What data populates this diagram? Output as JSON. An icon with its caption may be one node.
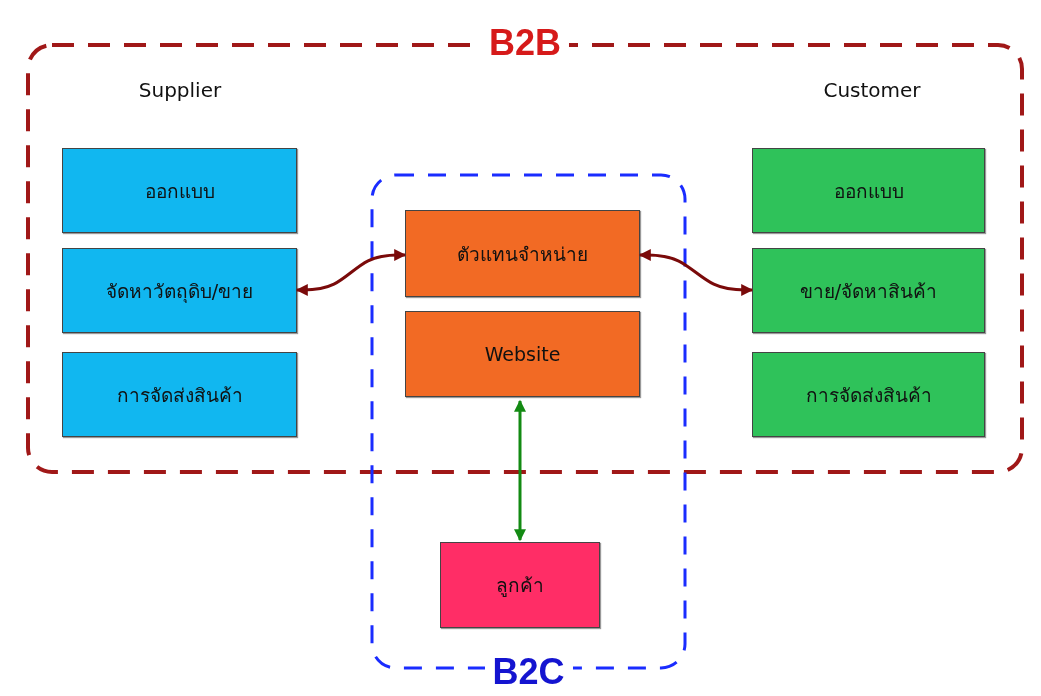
{
  "diagram": {
    "nodes": [
      {
        "text": [
          "B2B"
        ]
      },
      {
        "text": [
          "B2C"
        ]
      },
      {
        "text": [
          "ออกแบบ"
        ],
        "in": 0
      },
      {
        "text": [
          "จัดหาวัตถุดิบ/ขาย"
        ],
        "in": 0
      },
      {
        "text": [
          "การจัดส่งสินค้า"
        ],
        "in": 0
      },
      {
        "text": [
          "ตัวแทนจำหน่าย"
        ]
      },
      {
        "text": [
          "Website"
        ]
      },
      {
        "text": [
          "ออกแบบ"
        ],
        "in": 0
      },
      {
        "text": [
          "ขาย/จัดหาสินค้า"
        ],
        "in": 0
      },
      {
        "text": [
          "การจัดส่งสินค้า"
        ],
        "in": 0
      },
      {
        "text": [
          "ลูกค้า"
        ],
        "in": 1
      }
    ],
    "edges": [
      {
        "from": 5,
        "to": 3,
        "arrow": "both",
        "color": "#7a0a0a"
      },
      {
        "from": 5,
        "to": 8,
        "arrow": "both",
        "color": "#7a0a0a"
      },
      {
        "from": 6,
        "to": 10,
        "arrow": "both",
        "color": "#138a13"
      }
    ],
    "labels": [
      "Supplier",
      "Customer"
    ]
  }
}
